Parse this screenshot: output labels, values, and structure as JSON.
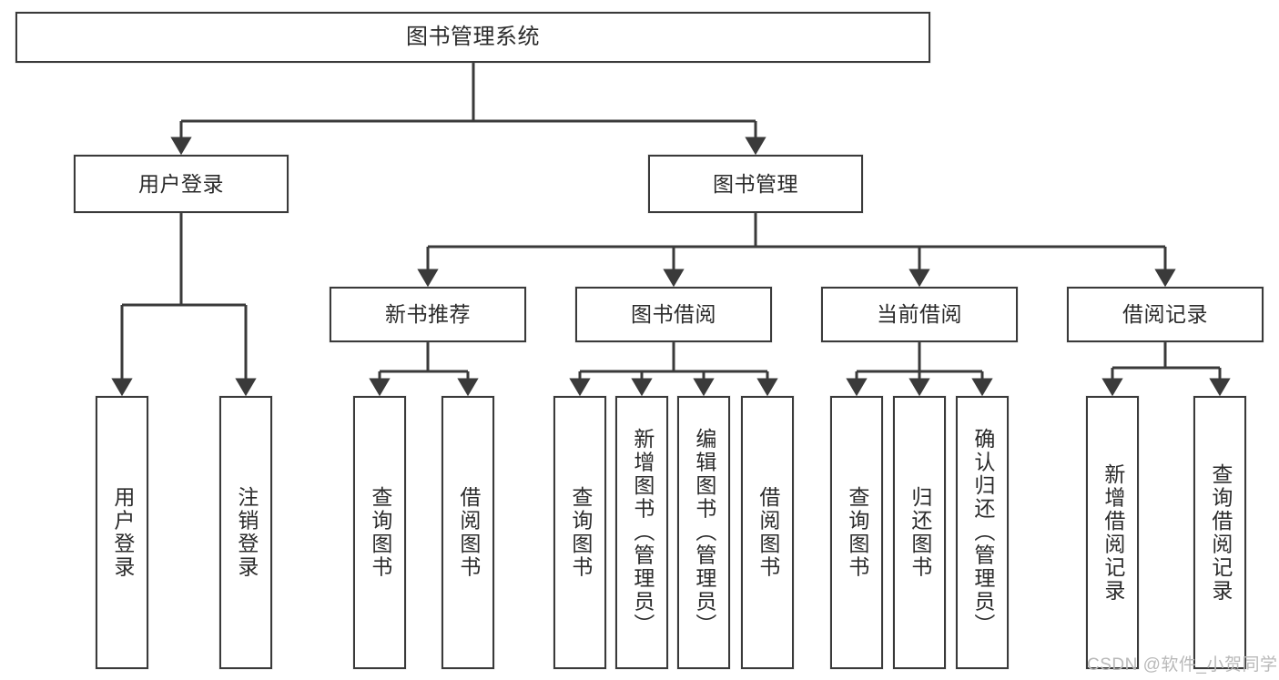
{
  "diagram": {
    "type": "tree-hierarchy",
    "title": "图书管理系统",
    "watermark": "CSDN @软件_小贺同学",
    "colors": {
      "stroke": "#3a3a3a",
      "box_fill": "#ffffff",
      "text": "#2b2b2b",
      "background": "#ffffff",
      "watermark": "#b9b9b9"
    },
    "root": {
      "label": "图书管理系统"
    },
    "level2": [
      {
        "label": "用户登录"
      },
      {
        "label": "图书管理"
      }
    ],
    "level3": [
      {
        "label": "新书推荐"
      },
      {
        "label": "图书借阅"
      },
      {
        "label": "当前借阅"
      },
      {
        "label": "借阅记录"
      }
    ],
    "leaves": {
      "user_login": [
        {
          "label": "用户登录"
        },
        {
          "label": "注销登录"
        }
      ],
      "new_book": [
        {
          "label": "查询图书"
        },
        {
          "label": "借阅图书"
        }
      ],
      "book_borrow": [
        {
          "label": "查询图书"
        },
        {
          "label": "新增图书（管理员）"
        },
        {
          "label": "编辑图书（管理员）"
        },
        {
          "label": "借阅图书"
        }
      ],
      "current_borrow": [
        {
          "label": "查询图书"
        },
        {
          "label": "归还图书"
        },
        {
          "label": "确认归还（管理员）"
        }
      ],
      "borrow_record": [
        {
          "label": "新增借阅记录"
        },
        {
          "label": "查询借阅记录"
        }
      ]
    }
  }
}
